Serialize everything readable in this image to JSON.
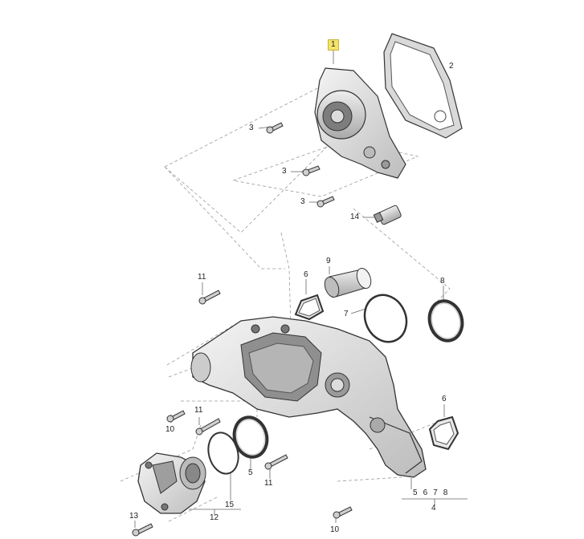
{
  "callouts": {
    "c1": "1",
    "c2": "2",
    "c3a": "3",
    "c3b": "3",
    "c3c": "3",
    "c14": "14",
    "c11a": "11",
    "c6a": "6",
    "c9": "9",
    "c7": "7",
    "c8": "8",
    "c6b": "6",
    "c11b": "11",
    "c10a": "10",
    "c5": "5",
    "c11c": "11",
    "c15": "15",
    "c12": "12",
    "c13": "13",
    "c10b": "10",
    "group4": {
      "items": [
        "5",
        "6",
        "7",
        "8"
      ],
      "label": "4"
    }
  },
  "colors": {
    "highlight": "#f3e36a",
    "part_fill": "#e6e6e6",
    "part_dark": "#8a8a8a",
    "leader": "#9a9a9a"
  }
}
